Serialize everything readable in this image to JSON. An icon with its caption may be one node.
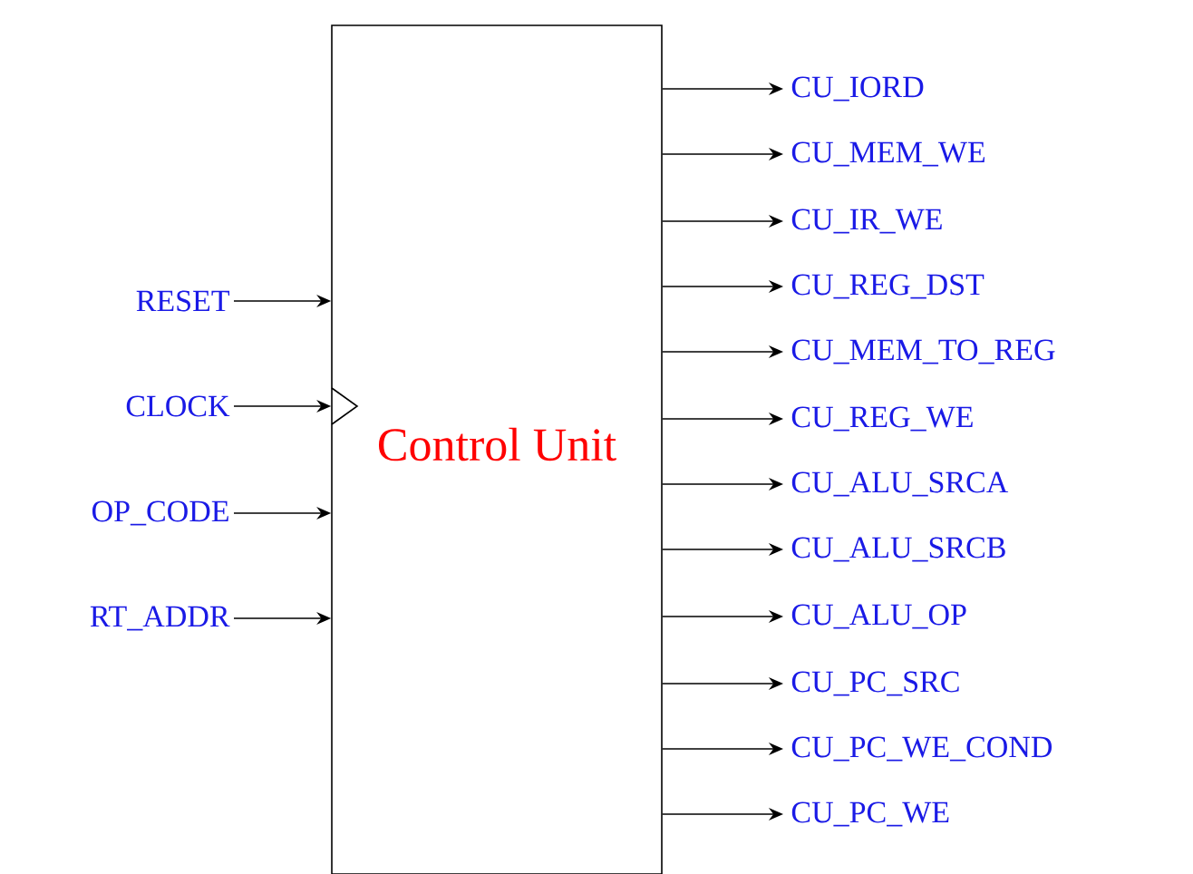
{
  "diagram": {
    "nodes": [
      {
        "text": [
          "Control Unit"
        ]
      },
      {
        "text": [
          "RESET"
        ]
      },
      {
        "text": [
          "CLOCK"
        ]
      },
      {
        "text": [
          "OP_CODE"
        ]
      },
      {
        "text": [
          "RT_ADDR"
        ]
      },
      {
        "text": [
          "CU_IORD"
        ]
      },
      {
        "text": [
          "CU_MEM_WE"
        ]
      },
      {
        "text": [
          "CU_IR_WE"
        ]
      },
      {
        "text": [
          "CU_REG_DST"
        ]
      },
      {
        "text": [
          "CU_MEM_TO_REG"
        ]
      },
      {
        "text": [
          "CU_REG_WE"
        ]
      },
      {
        "text": [
          "CU_ALU_SRCA"
        ]
      },
      {
        "text": [
          "CU_ALU_SRCB"
        ]
      },
      {
        "text": [
          "CU_ALU_OP"
        ]
      },
      {
        "text": [
          "CU_PC_SRC"
        ]
      },
      {
        "text": [
          "CU_PC_WE_COND"
        ]
      },
      {
        "text": [
          "CU_PC_WE"
        ]
      }
    ],
    "edges": [
      {
        "from": 1,
        "to": 0,
        "arrow": "to"
      },
      {
        "from": 2,
        "to": 0,
        "arrow": "to"
      },
      {
        "from": 3,
        "to": 0,
        "arrow": "to"
      },
      {
        "from": 4,
        "to": 0,
        "arrow": "to"
      },
      {
        "from": 0,
        "to": 5,
        "arrow": "to"
      },
      {
        "from": 0,
        "to": 6,
        "arrow": "to"
      },
      {
        "from": 0,
        "to": 7,
        "arrow": "to"
      },
      {
        "from": 0,
        "to": 8,
        "arrow": "to"
      },
      {
        "from": 0,
        "to": 9,
        "arrow": "to"
      },
      {
        "from": 0,
        "to": 10,
        "arrow": "to"
      },
      {
        "from": 0,
        "to": 11,
        "arrow": "to"
      },
      {
        "from": 0,
        "to": 12,
        "arrow": "to"
      },
      {
        "from": 0,
        "to": 13,
        "arrow": "to"
      },
      {
        "from": 0,
        "to": 14,
        "arrow": "to"
      },
      {
        "from": 0,
        "to": 15,
        "arrow": "to"
      },
      {
        "from": 0,
        "to": 16,
        "arrow": "to"
      }
    ]
  }
}
